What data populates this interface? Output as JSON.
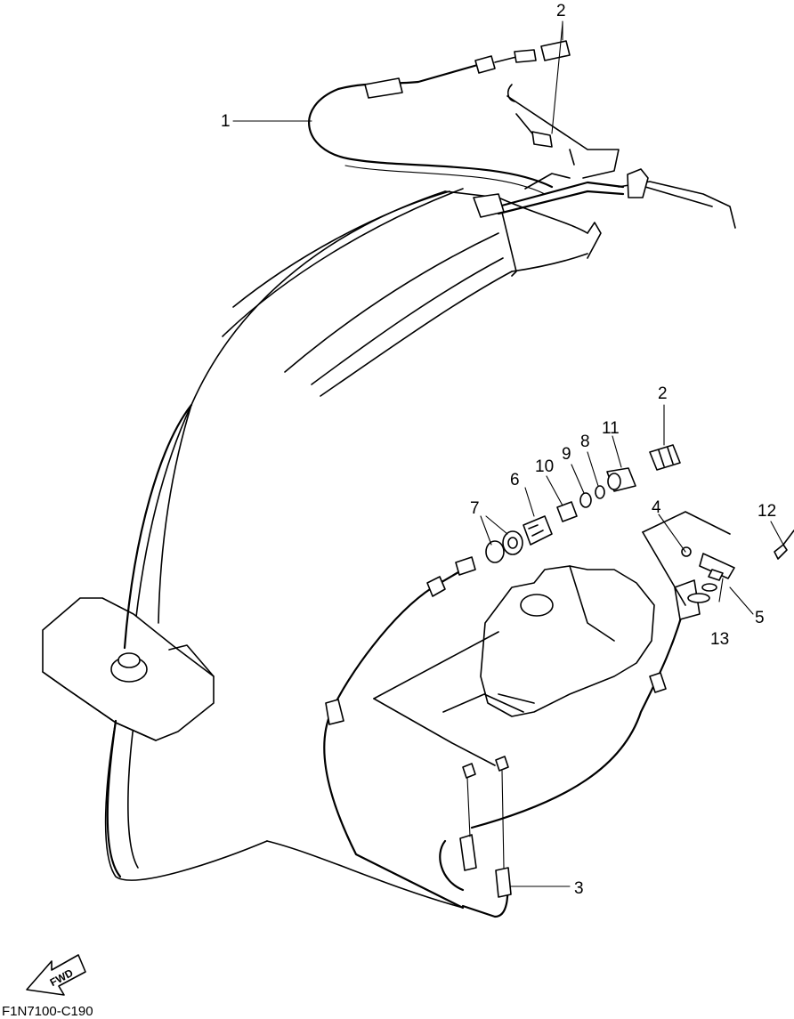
{
  "diagram_code": "F1N7100-C190",
  "fwd_label": "FWD",
  "callouts": {
    "c1": "1",
    "c2_top": "2",
    "c2_mid": "2",
    "c3": "3",
    "c4": "4",
    "c5": "5",
    "c6": "6",
    "c7": "7",
    "c8": "8",
    "c9": "9",
    "c10": "10",
    "c11": "11",
    "c12": "12",
    "c13": "13"
  }
}
